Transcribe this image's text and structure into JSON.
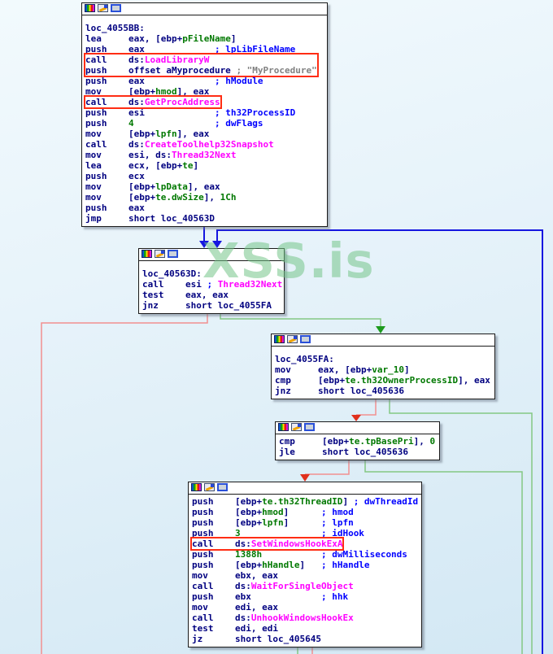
{
  "watermark": "XSS.is",
  "colors": {
    "text": {
      "n": "#000080",
      "g": "#007800",
      "b": "#0000ff",
      "m": "#ff00ff",
      "y": "#808080"
    },
    "box_red": "#ff2d14",
    "edge_blue": "#1616e0",
    "edge_red_line": "#f29090",
    "edge_red_arrow": "#e0301c",
    "edge_green_line": "#84c884",
    "edge_green_arrow": "#1c9a1c",
    "watermark_green": "rgba(116,196,136,0.55)",
    "node_background": "#ffffff",
    "node_border": "#1a1a1a"
  },
  "header_icons": [
    "palette-icon",
    "pencil-icon",
    "frame-icon"
  ],
  "blocks": [
    {
      "name": "node-loc_4055BB",
      "lines": [
        {
          "b": 1
        },
        {
          "s": [
            [
              "loc_4055BB:",
              "n"
            ]
          ]
        },
        {
          "s": [
            [
              "lea     eax, [ebp+",
              "n"
            ],
            [
              "pFileName",
              "g"
            ],
            [
              "]",
              "n"
            ]
          ]
        },
        {
          "s": [
            [
              "push    eax             ",
              "n"
            ],
            [
              "; lpLibFileName",
              "b"
            ]
          ]
        },
        {
          "s": [
            [
              "call    ds:",
              "n"
            ],
            [
              "LoadLibraryW",
              "m"
            ]
          ],
          "box": "g1"
        },
        {
          "s": [
            [
              "push    offset aMyprocedure ",
              "n"
            ],
            [
              "; \"MyProcedure\"",
              "y"
            ]
          ],
          "box": "g1"
        },
        {
          "s": [
            [
              "push    eax             ",
              "n"
            ],
            [
              "; hModule",
              "b"
            ]
          ]
        },
        {
          "s": [
            [
              "mov     [ebp+",
              "n"
            ],
            [
              "hmod",
              "g"
            ],
            [
              "], eax",
              "n"
            ]
          ]
        },
        {
          "s": [
            [
              "call    ds:",
              "n"
            ],
            [
              "GetProcAddress",
              "m"
            ]
          ],
          "box": "g2"
        },
        {
          "s": [
            [
              "push    esi             ",
              "n"
            ],
            [
              "; th32ProcessID",
              "b"
            ]
          ]
        },
        {
          "s": [
            [
              "push    ",
              "n"
            ],
            [
              "4",
              "g"
            ],
            [
              "               ",
              "n"
            ],
            [
              "; dwFlags",
              "b"
            ]
          ]
        },
        {
          "s": [
            [
              "mov     [ebp+",
              "n"
            ],
            [
              "lpfn",
              "g"
            ],
            [
              "], eax",
              "n"
            ]
          ]
        },
        {
          "s": [
            [
              "call    ds:",
              "n"
            ],
            [
              "CreateToolhelp32Snapshot",
              "m"
            ]
          ]
        },
        {
          "s": [
            [
              "mov     esi, ds:",
              "n"
            ],
            [
              "Thread32Next",
              "m"
            ]
          ]
        },
        {
          "s": [
            [
              "lea     ecx, [ebp+",
              "n"
            ],
            [
              "te",
              "g"
            ],
            [
              "]",
              "n"
            ]
          ]
        },
        {
          "s": [
            [
              "push    ecx",
              "n"
            ]
          ]
        },
        {
          "s": [
            [
              "mov     [ebp+",
              "n"
            ],
            [
              "lpData",
              "g"
            ],
            [
              "], eax",
              "n"
            ]
          ]
        },
        {
          "s": [
            [
              "mov     [ebp+",
              "n"
            ],
            [
              "te.dwSize",
              "g"
            ],
            [
              "], ",
              "n"
            ],
            [
              "1Ch",
              "g"
            ]
          ]
        },
        {
          "s": [
            [
              "push    eax",
              "n"
            ]
          ]
        },
        {
          "s": [
            [
              "jmp     short loc_40563D",
              "n"
            ]
          ]
        }
      ]
    },
    {
      "name": "node-loc_40563D",
      "lines": [
        {
          "b": 1
        },
        {
          "s": [
            [
              "loc_40563D:",
              "n"
            ]
          ]
        },
        {
          "s": [
            [
              "call    esi ",
              "n"
            ],
            [
              "; ",
              "b"
            ],
            [
              "Thread32Next",
              "m"
            ]
          ]
        },
        {
          "s": [
            [
              "test    eax, eax",
              "n"
            ]
          ]
        },
        {
          "s": [
            [
              "jnz     short loc_4055FA",
              "n"
            ]
          ]
        }
      ]
    },
    {
      "name": "node-loc_4055FA",
      "lines": [
        {
          "b": 1
        },
        {
          "s": [
            [
              "loc_4055FA:",
              "n"
            ]
          ]
        },
        {
          "s": [
            [
              "mov     eax, [ebp+",
              "n"
            ],
            [
              "var_10",
              "g"
            ],
            [
              "]",
              "n"
            ]
          ]
        },
        {
          "s": [
            [
              "cmp     [ebp+",
              "n"
            ],
            [
              "te.th32OwnerProcessID",
              "g"
            ],
            [
              "], eax",
              "n"
            ]
          ]
        },
        {
          "s": [
            [
              "jnz     short loc_405636",
              "n"
            ]
          ]
        }
      ]
    },
    {
      "name": "node-tpBasePri-check",
      "lines": [
        {
          "s": [
            [
              "cmp     [ebp+",
              "n"
            ],
            [
              "te.tpBasePri",
              "g"
            ],
            [
              "], ",
              "n"
            ],
            [
              "0",
              "g"
            ]
          ]
        },
        {
          "s": [
            [
              "jle     short loc_405636",
              "n"
            ]
          ]
        }
      ]
    },
    {
      "name": "node-setwindowshook",
      "lines": [
        {
          "s": [
            [
              "push    [ebp+",
              "n"
            ],
            [
              "te.th32ThreadID",
              "g"
            ],
            [
              "] ",
              "n"
            ],
            [
              "; dwThreadId",
              "b"
            ]
          ]
        },
        {
          "s": [
            [
              "push    [ebp+",
              "n"
            ],
            [
              "hmod",
              "g"
            ],
            [
              "]      ",
              "n"
            ],
            [
              "; hmod",
              "b"
            ]
          ]
        },
        {
          "s": [
            [
              "push    [ebp+",
              "n"
            ],
            [
              "lpfn",
              "g"
            ],
            [
              "]      ",
              "n"
            ],
            [
              "; lpfn",
              "b"
            ]
          ]
        },
        {
          "s": [
            [
              "push    ",
              "n"
            ],
            [
              "3",
              "g"
            ],
            [
              "               ",
              "n"
            ],
            [
              "; idHook",
              "b"
            ]
          ]
        },
        {
          "s": [
            [
              "call    ds:",
              "n"
            ],
            [
              "SetWindowsHookExA",
              "m"
            ]
          ],
          "box": "g3"
        },
        {
          "s": [
            [
              "push    ",
              "n"
            ],
            [
              "1388h",
              "g"
            ],
            [
              "           ",
              "n"
            ],
            [
              "; dwMilliseconds",
              "b"
            ]
          ]
        },
        {
          "s": [
            [
              "push    [ebp+",
              "n"
            ],
            [
              "hHandle",
              "g"
            ],
            [
              "]   ",
              "n"
            ],
            [
              "; hHandle",
              "b"
            ]
          ]
        },
        {
          "s": [
            [
              "mov     ebx, eax",
              "n"
            ]
          ]
        },
        {
          "s": [
            [
              "call    ds:",
              "n"
            ],
            [
              "WaitForSingleObject",
              "m"
            ]
          ]
        },
        {
          "s": [
            [
              "push    ebx             ",
              "n"
            ],
            [
              "; hhk",
              "b"
            ]
          ]
        },
        {
          "s": [
            [
              "mov     edi, eax",
              "n"
            ]
          ]
        },
        {
          "s": [
            [
              "call    ds:",
              "n"
            ],
            [
              "UnhookWindowsHookEx",
              "m"
            ]
          ]
        },
        {
          "s": [
            [
              "test    edi, edi",
              "n"
            ]
          ]
        },
        {
          "s": [
            [
              "jz      short loc_405645",
              "n"
            ]
          ]
        }
      ]
    }
  ],
  "edges": [
    {
      "from": "loc_4055BB",
      "to": "loc_40563D",
      "color": "blue"
    },
    {
      "from": "loop-back-right",
      "to": "loc_40563D",
      "color": "blue"
    },
    {
      "from": "loc_40563D",
      "to": "offscreen-bottom-left",
      "color": "red"
    },
    {
      "from": "loc_40563D",
      "to": "loc_4055FA",
      "color": "green"
    },
    {
      "from": "loc_4055FA",
      "to": "tpBasePri-check",
      "color": "red"
    },
    {
      "from": "loc_4055FA",
      "to": "offscreen-bottom-right",
      "color": "green"
    },
    {
      "from": "tpBasePri-check",
      "to": "setwindowshook-block",
      "color": "red"
    },
    {
      "from": "tpBasePri-check",
      "to": "offscreen-bottom-right",
      "color": "green"
    },
    {
      "from": "setwindowshook-block",
      "to": "offscreen-bottom",
      "color": "green"
    },
    {
      "from": "setwindowshook-block",
      "to": "offscreen-bottom",
      "color": "red"
    }
  ]
}
